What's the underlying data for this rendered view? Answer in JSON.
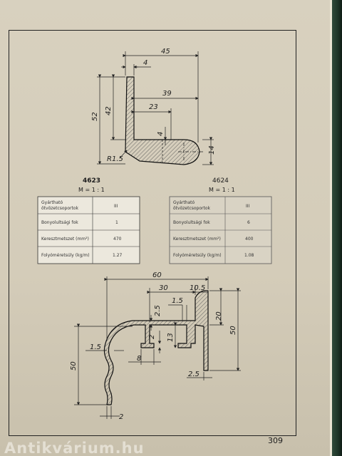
{
  "profile_1": {
    "code": "4623",
    "scale": "M = 1 : 1",
    "dims": {
      "w45": "45",
      "d4": "4",
      "w39": "39",
      "h52": "52",
      "h42": "42",
      "w23": "23",
      "d4b": "4",
      "r15": "R1.5",
      "h14": "14"
    },
    "table": [
      {
        "label_lines": [
          "Gyártható",
          "ötvözetcsoportok"
        ],
        "value": "III"
      },
      {
        "label_lines": [
          "Bonyolultsági fok"
        ],
        "value": "1"
      },
      {
        "label_lines": [
          "Keresztmetszet (mm²)"
        ],
        "value": "470"
      },
      {
        "label_lines": [
          "Folyóméretsúly (kg/m)"
        ],
        "value": "1.27"
      }
    ]
  },
  "profile_2": {
    "code": "4624",
    "scale": "M = 1 : 1",
    "table": [
      {
        "label_lines": [
          "Gyártható",
          "ötvözetcsoportok"
        ],
        "value": "III"
      },
      {
        "label_lines": [
          "Bonyolultsági fok"
        ],
        "value": "6"
      },
      {
        "label_lines": [
          "Keresztmetszet (mm²)"
        ],
        "value": "400"
      },
      {
        "label_lines": [
          "Folyóméretsúly (kg/m)"
        ],
        "value": "1.08"
      }
    ],
    "dims": {
      "w60": "60",
      "w30": "30",
      "w105": "10.5",
      "d25a": "2.5",
      "d15a": "1.5",
      "h20": "20",
      "h50r": "50",
      "d2a": "2",
      "d13": "13",
      "d15b": "1.5",
      "w8": "8",
      "h50l": "50",
      "d25b": "2.5",
      "d2b": "2"
    }
  },
  "page_number": "309",
  "watermark": "Antikvárium.hu",
  "colors": {
    "spine": "#1d3327",
    "paper": "#d4ccb9",
    "ink": "#1c1c1c",
    "hatch": "#555555"
  }
}
